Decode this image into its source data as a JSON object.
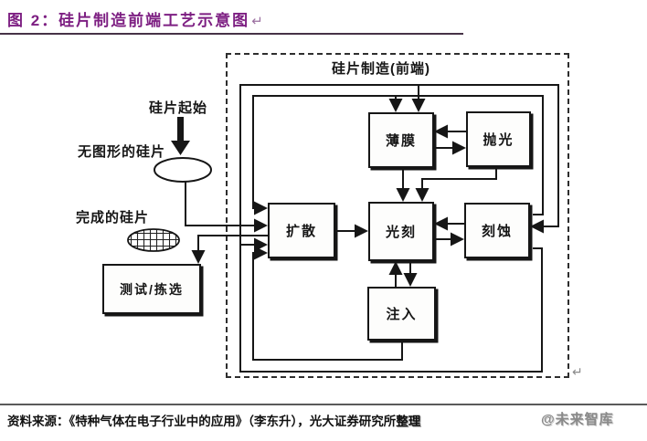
{
  "title": {
    "label": "图 2：硅片制造前端工艺示意图",
    "pilcrow": "↵"
  },
  "diagram": {
    "container_label": "硅片制造(前端)",
    "pilcrow": "↵",
    "nodes": {
      "thin_film": "薄膜",
      "polish": "抛光",
      "diffusion": "扩散",
      "litho": "光刻",
      "etch": "刻蚀",
      "implant": "注入",
      "test_sort": "测试/拣选"
    },
    "labels": {
      "wafer_start": "硅片起始",
      "unpatterned_wafer": "无图形的硅片",
      "completed_wafer": "完成的硅片"
    }
  },
  "footer": {
    "source_prefix": "资料来源：《特种气体在电子行业中的应用》（李东升），光大证券研究所",
    "source_suffix": "整理",
    "watermark": "@未来智库"
  },
  "colors": {
    "title": "#7d1f82",
    "line": "#161616",
    "watermark": "#8a8a8a"
  }
}
